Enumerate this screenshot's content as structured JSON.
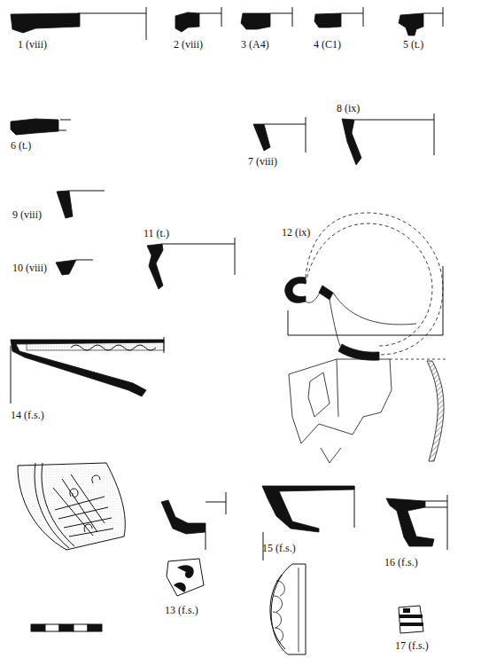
{
  "diagram": {
    "labels": [
      "1 (viii)",
      "2 (viii)",
      "3 (A4)",
      "4 (C1)",
      "5 (t.)",
      "6 (t.)",
      "7 (viii)",
      "8 (ix)",
      "9 (viii)",
      "10 (viii)",
      "11 (t.)",
      "12 (ix)",
      "14 (f.s.)",
      "15 (f.s.)",
      "16 (f.s.)",
      "13 (f.s.)",
      "17 (f.s.)"
    ]
  }
}
